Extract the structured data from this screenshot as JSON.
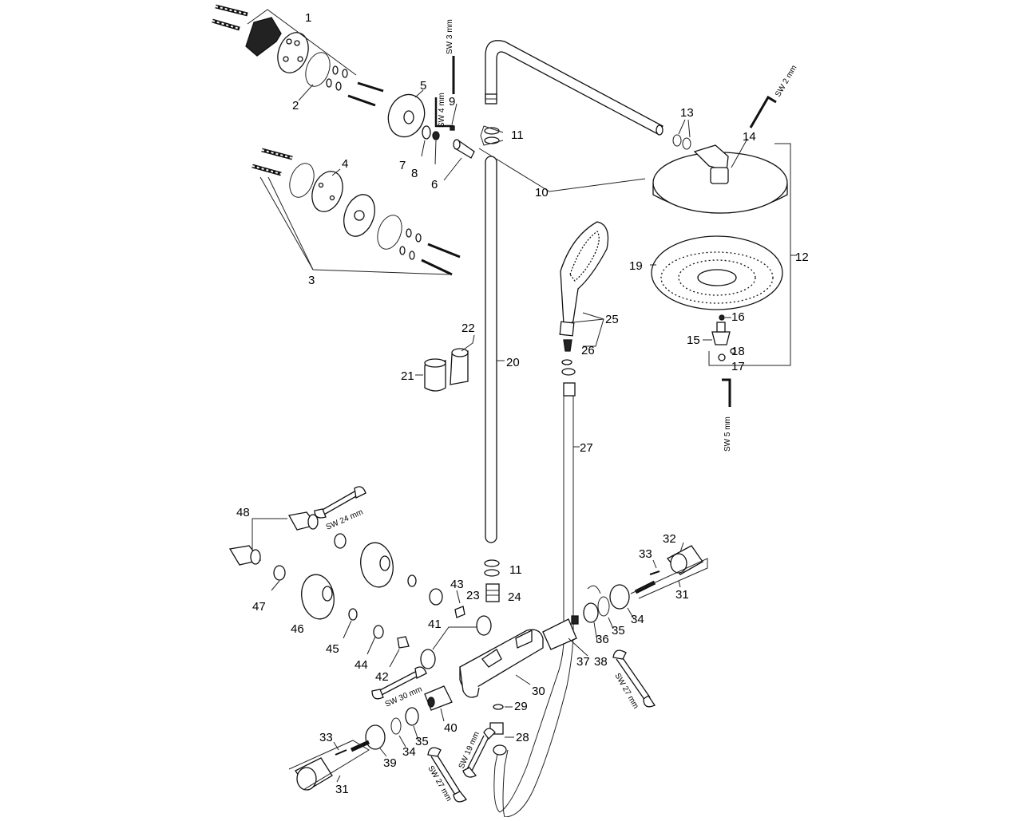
{
  "labels": {
    "p1": "1",
    "p2": "2",
    "p3": "3",
    "p4": "4",
    "p5": "5",
    "p6": "6",
    "p7": "7",
    "p8": "8",
    "p9": "9",
    "p10": "10",
    "p11a": "11",
    "p11b": "11",
    "p12": "12",
    "p13": "13",
    "p14": "14",
    "p15": "15",
    "p16": "16",
    "p17": "17",
    "p18": "18",
    "p19": "19",
    "p20": "20",
    "p21": "21",
    "p22": "22",
    "p23": "23",
    "p24": "24",
    "p25": "25",
    "p26": "26",
    "p27": "27",
    "p28": "28",
    "p29": "29",
    "p30": "30",
    "p31a": "31",
    "p31b": "31",
    "p32": "32",
    "p33a": "33",
    "p33b": "33",
    "p34a": "34",
    "p34b": "34",
    "p35a": "35",
    "p35b": "35",
    "p36": "36",
    "p37": "37",
    "p38": "38",
    "p39": "39",
    "p40": "40",
    "p41": "41",
    "p42": "42",
    "p43": "43",
    "p44": "44",
    "p45": "45",
    "p46": "46",
    "p47": "47",
    "p48": "48"
  },
  "tool_labels": {
    "sw3": "SW 3 mm",
    "sw4": "SW 4 mm",
    "sw2": "SW 2 mm",
    "sw5": "SW 5 mm",
    "sw24": "SW 24 mm",
    "sw30": "SW 30 mm",
    "sw27a": "SW 27 mm",
    "sw27b": "SW 27 mm",
    "sw19": "SW 19 mm"
  }
}
